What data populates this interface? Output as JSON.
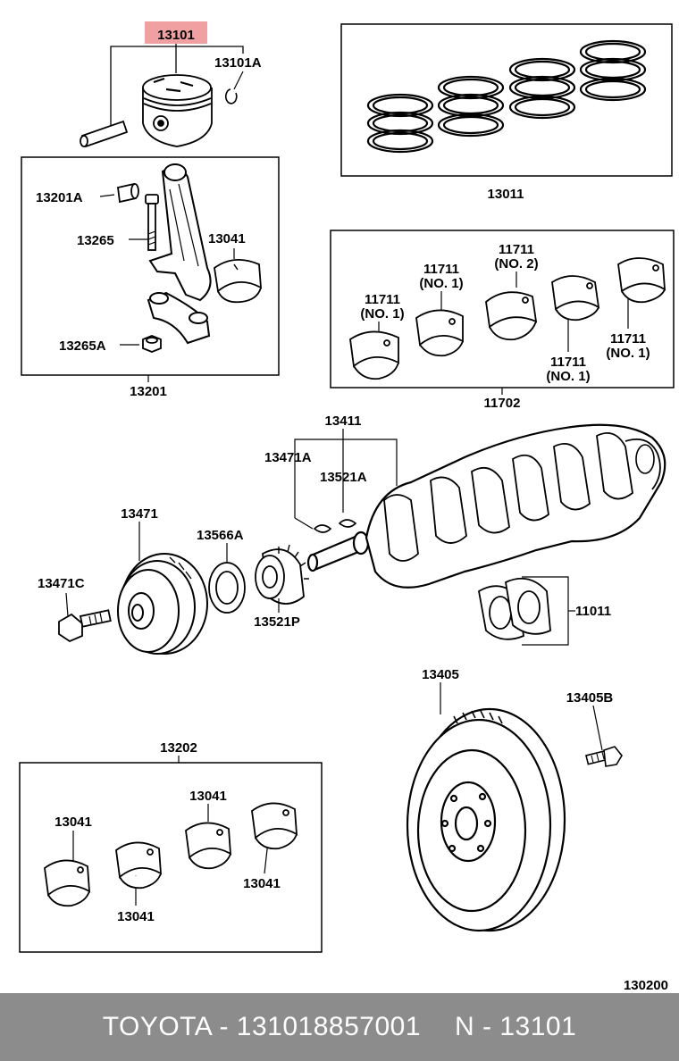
{
  "highlight_color": "#f0a0a0",
  "footer_bar_color": "#8c8c8c",
  "diagram_number": "130200",
  "footer": {
    "brand_part": "TOYOTA - 131018857001",
    "ref": "N - 13101"
  },
  "labels": {
    "piston": "13101",
    "snap_ring": "13101A",
    "piston_ring_set": "13011",
    "pin_bushing": "13201A",
    "conrod_bolt": "13265",
    "conrod_bearing_top": "13041",
    "conrod_nut": "13265A",
    "conrod_assy": "13201",
    "bearing_1": "11711",
    "bearing_1_no": "(NO. 1)",
    "bearing_2": "11711",
    "bearing_2_no": "(NO. 1)",
    "bearing_3": "11711",
    "bearing_3_no": "(NO. 2)",
    "bearing_4": "11711",
    "bearing_4_no": "(NO. 1)",
    "bearing_5": "11711",
    "bearing_5_no": "(NO. 1)",
    "main_bearing_set": "11702",
    "crankshaft": "13411",
    "key_a": "13471A",
    "key_b": "13521A",
    "pulley": "13471",
    "oil_slinger": "13566A",
    "pulley_bolt": "13471C",
    "timing_gear": "13521P",
    "thrust_washer": "11011",
    "flywheel": "13405",
    "flywheel_bolt": "13405B",
    "bearing_set_lower": "13202",
    "lower_b1": "13041",
    "lower_b2": "13041",
    "lower_b3": "13041",
    "lower_b4": "13041"
  }
}
